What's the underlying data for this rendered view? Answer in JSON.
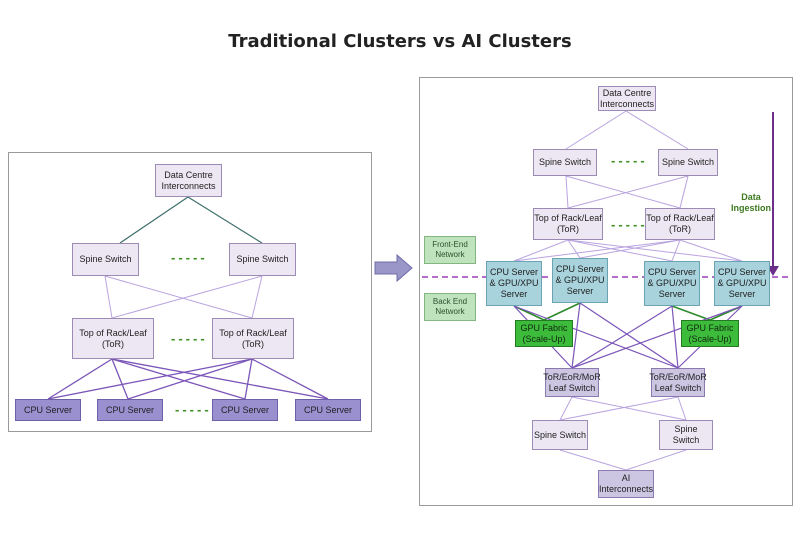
{
  "title": "Traditional Clusters vs AI Clusters",
  "left": {
    "dci": "Data Centre Interconnects",
    "spine_left": "Spine Switch",
    "spine_right": "Spine Switch",
    "tor_left": "Top of Rack/Leaf (ToR)",
    "tor_right": "Top of Rack/Leaf (ToR)",
    "servers": [
      "CPU Server",
      "CPU Server",
      "CPU Server",
      "CPU Server"
    ],
    "ellipsis": "-----"
  },
  "right": {
    "dci": "Data Centre Interconnects",
    "spine_left": "Spine Switch",
    "spine_right": "Spine Switch",
    "tor_left": "Top of Rack/Leaf (ToR)",
    "tor_right": "Top of Rack/Leaf (ToR)",
    "servers": [
      "CPU Server & GPU/XPU Server",
      "CPU Server & GPU/XPU Server",
      "CPU Server & GPU/XPU Server",
      "CPU Server & GPU/XPU Server"
    ],
    "fabric_left": "GPU Fabric (Scale-Up)",
    "fabric_right": "GPU Fabric (Scale-Up)",
    "leaf_left": "ToR/EoR/MoR Leaf Switch",
    "leaf_right": "ToR/EoR/MoR Leaf Switch",
    "spine2_left": "Spine Switch",
    "spine2_right": "Spine Switch",
    "ai_interconnects": "AI Interconnects",
    "front_end": "Front-End Network",
    "back_end": "Back End Network",
    "data_ingestion": "Data Ingestion",
    "ellipsis": "-----"
  },
  "colors": {
    "wire_purple": "#9b7fd0",
    "wire_dark": "#3f6f6a",
    "wire_green": "#2e8a2a",
    "dashed_line": "#9b3fb5",
    "ingestion_arrow": "#6b2f8a",
    "block_arrow": "#9a97c8"
  }
}
